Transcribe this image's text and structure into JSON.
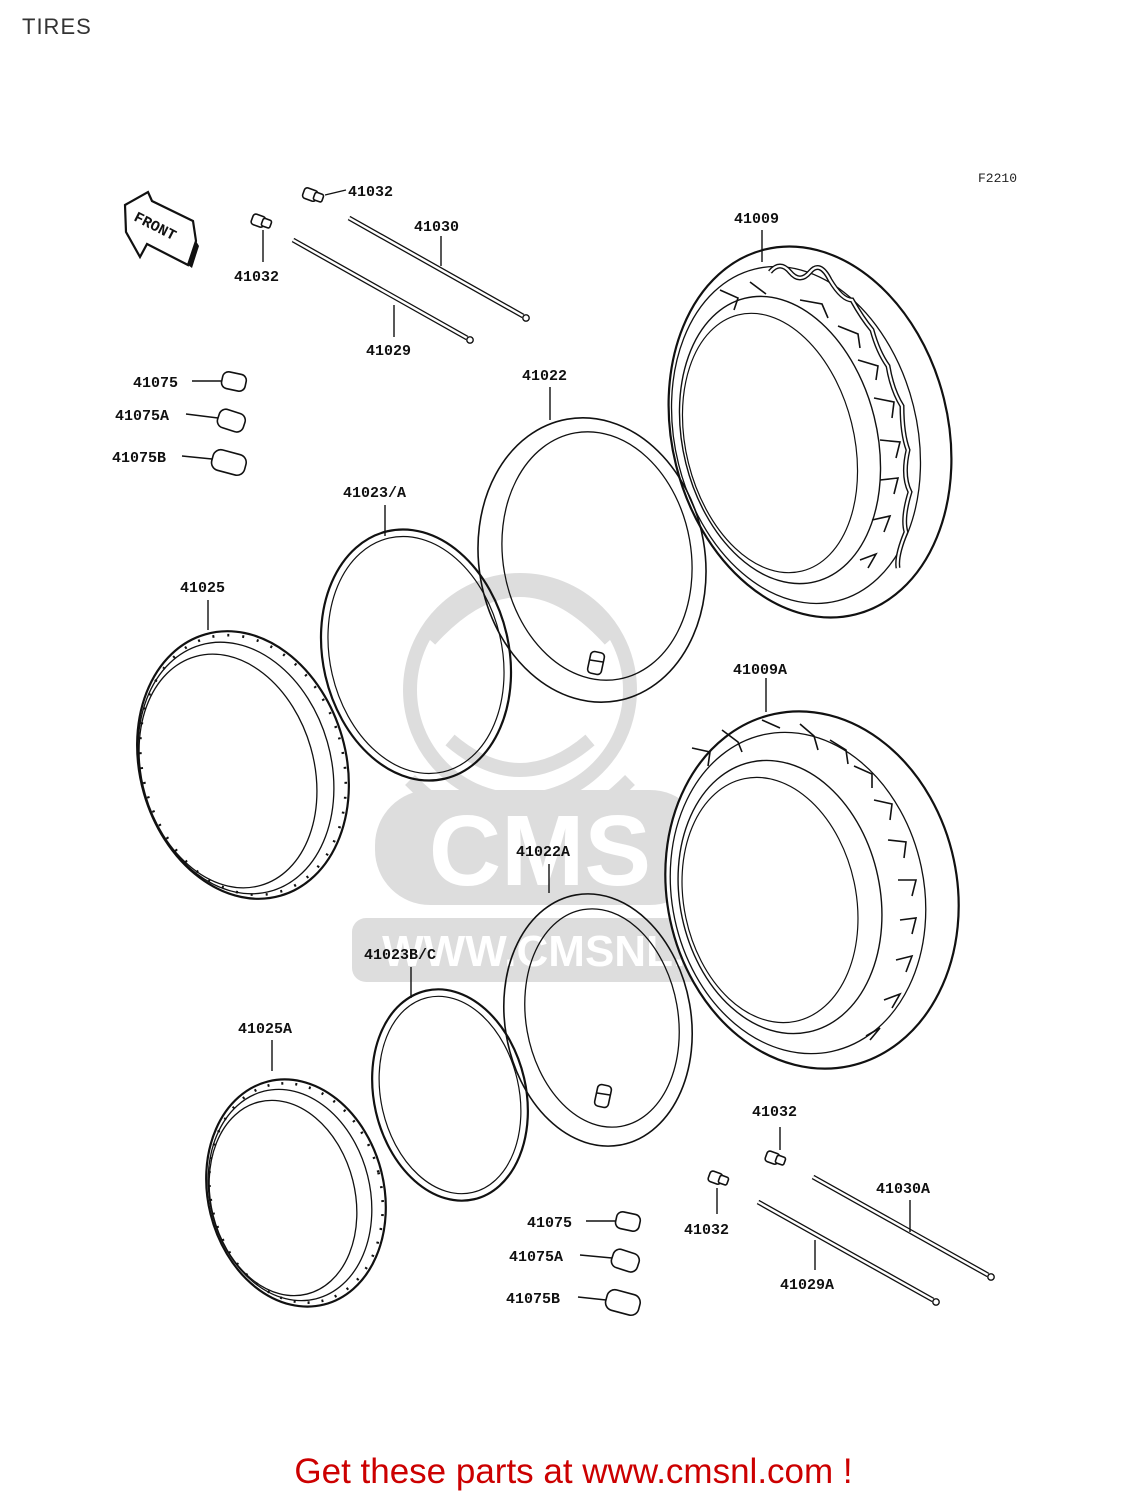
{
  "title": "TIRES",
  "figure_code": "F2210",
  "front_marker": "FRONT",
  "watermark": {
    "logo": "CMS",
    "url": "WWW.CMSNL.COM"
  },
  "labels": {
    "p41032_a": "41032",
    "p41032_b": "41032",
    "p41030": "41030",
    "p41029": "41029",
    "p41009": "41009",
    "p41075_a": "41075",
    "p41075A_a": "41075A",
    "p41075B_a": "41075B",
    "p41022": "41022",
    "p41023A": "41023/A",
    "p41025": "41025",
    "p41009A": "41009A",
    "p41022A": "41022A",
    "p41023BC": "41023B/C",
    "p41025A": "41025A",
    "p41032_c": "41032",
    "p41032_d": "41032",
    "p41030A": "41030A",
    "p41029A": "41029A",
    "p41075_b": "41075",
    "p41075A_b": "41075A",
    "p41075B_b": "41075B"
  },
  "footer": "Get these parts at www.cmsnl.com !"
}
